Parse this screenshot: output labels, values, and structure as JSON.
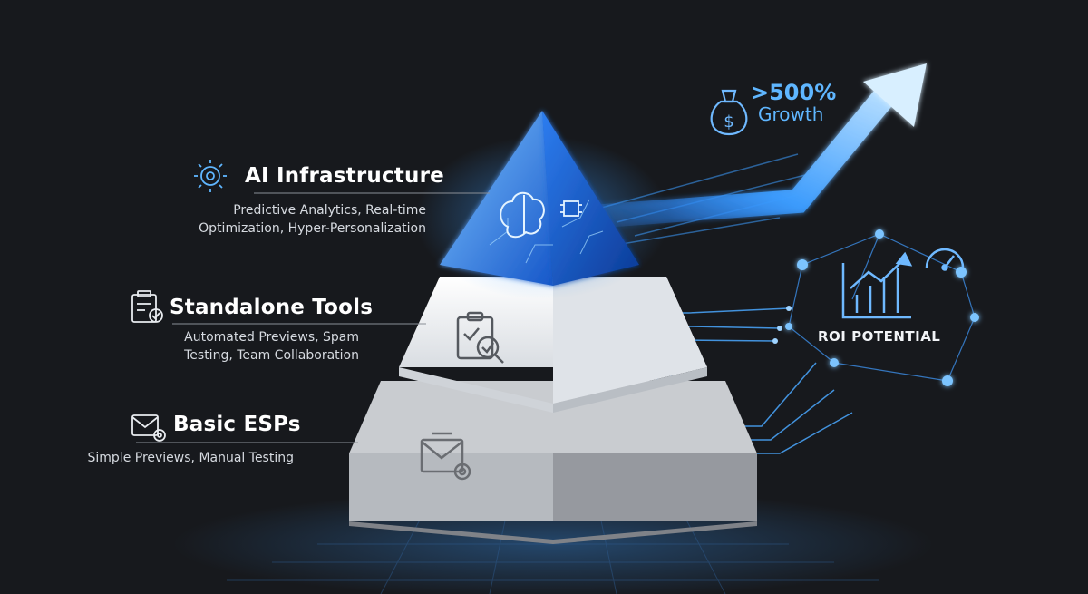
{
  "tiers": [
    {
      "title": "AI Infrastructure",
      "line1": "Predictive Analytics, Real-time",
      "line2": "Optimization, Hyper-Personalization",
      "icon": "ai-chip-icon"
    },
    {
      "title": "Standalone Tools",
      "line1": "Automated Previews, Spam",
      "line2": "Testing, Team Collaboration",
      "icon": "clipboard-check-icon"
    },
    {
      "title": "Basic ESPs",
      "line1": "Simple Previews, Manual Testing",
      "icon": "envelope-gear-icon"
    }
  ],
  "growth": {
    "percent": ">500%",
    "word": "Growth",
    "icon": "money-bag-icon"
  },
  "roi": {
    "label": "ROI POTENTIAL",
    "icons": [
      "bar-chart-icon",
      "gauge-icon"
    ]
  },
  "colors": {
    "background": "#17191d",
    "accent": "#3d9dff",
    "top_tier": "#1e6fe0",
    "mid_tier": "#eef1f4",
    "base_tier": "#a3a7ad"
  }
}
